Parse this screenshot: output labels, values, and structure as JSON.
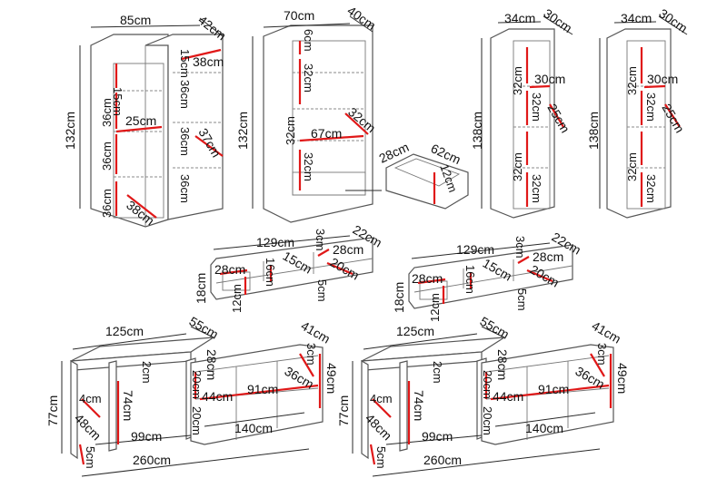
{
  "labels": {
    "w85": "85cm",
    "d42": "42cm",
    "h132a": "132cm",
    "s15": "15cm",
    "s36a": "36cm",
    "s36b": "36cm",
    "s36c": "36cm",
    "w25": "25cm",
    "w38a": "38cm",
    "w38b": "38cm",
    "s15b": "15cm",
    "s36d": "36cm",
    "s36e": "36cm",
    "s36f": "36cm",
    "d37": "37cm",
    "w70": "70cm",
    "d40": "40cm",
    "h132b": "132cm",
    "s6": "6cm",
    "s32a": "32cm",
    "s32b": "32cm",
    "s32c": "32cm",
    "w67": "67cm",
    "d32": "32cm",
    "dr28": "28cm",
    "dr62": "62cm",
    "dr12": "12cm",
    "w34a": "34cm",
    "d30a": "30cm",
    "h138a": "138cm",
    "t32a": "32cm",
    "t32b": "32cm",
    "t32c": "32cm",
    "t32d": "32cm",
    "t30a": "30cm",
    "t25a": "25cm",
    "w34b": "34cm",
    "d30b": "30cm",
    "h138b": "138cm",
    "u32a": "32cm",
    "u32b": "32cm",
    "u32c": "32cm",
    "u32d": "32cm",
    "u30": "30cm",
    "u25": "25cm",
    "p129a": "129cm",
    "p22a": "22cm",
    "p3a": "3cm",
    "p28a": "28cm",
    "p28b": "28cm",
    "p15a": "15cm",
    "p16a": "16cm",
    "p20a": "20cm",
    "p18a": "18cm",
    "p12a": "12cm",
    "p5a": "5cm",
    "p129b": "129cm",
    "p22b": "22cm",
    "p3b": "3cm",
    "p28c": "28cm",
    "p28d": "28cm",
    "p15b": "15cm",
    "p16b": "16cm",
    "p20b": "20cm",
    "p18b": "18cm",
    "p12b": "12cm",
    "p5b": "5cm",
    "k125a": "125cm",
    "k55a": "55cm",
    "k41a": "41cm",
    "k49a": "49cm",
    "k77a": "77cm",
    "k2a": "2cm",
    "k28a": "28cm",
    "k3a": "3cm",
    "k36a": "36cm",
    "k20a": "20cm",
    "k20b": "20cm",
    "k44a": "44cm",
    "k91a": "91cm",
    "k140a": "140cm",
    "k99a": "99cm",
    "k260a": "260cm",
    "k4a": "4cm",
    "k74a": "74cm",
    "k48a": "48cm",
    "k5a": "5cm",
    "k125b": "125cm",
    "k55b": "55cm",
    "k41b": "41cm",
    "k49b": "49cm",
    "k77b": "77cm",
    "k2b": "2cm",
    "k28b": "28cm",
    "k3b": "3cm",
    "k36b": "36cm",
    "k20c": "20cm",
    "k20d": "20cm",
    "k44b": "44cm",
    "k91b": "91cm",
    "k140b": "140cm",
    "k99b": "99cm",
    "k260b": "260cm",
    "k4b": "4cm",
    "k74b": "74cm",
    "k48b": "48cm",
    "k5b": "5cm"
  },
  "colors": {
    "accent_red": "#e01818",
    "outline": "#555555",
    "text": "#111111"
  }
}
